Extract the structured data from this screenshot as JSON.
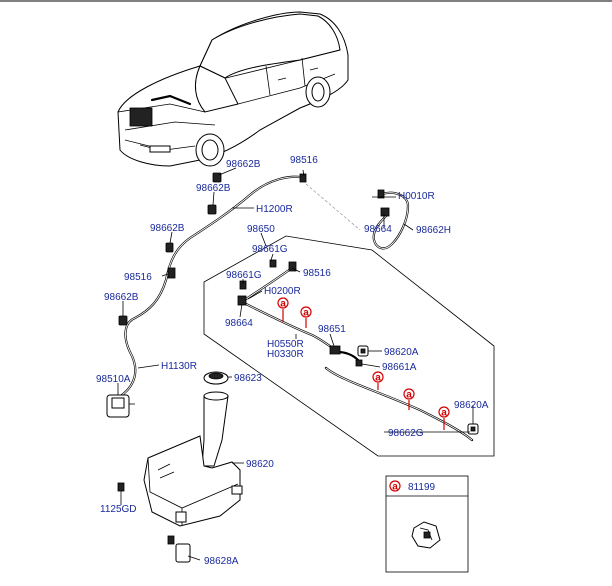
{
  "labels": {
    "l98662B_1": "98662B",
    "l98516_1": "98516",
    "l98662B_2": "98662B",
    "lH1200R": "H1200R",
    "lH0010R": "H0010R",
    "l98662B_3": "98662B",
    "l98650": "98650",
    "l98664_1": "98664",
    "l98662H": "98662H",
    "l98661G_1": "98661G",
    "l98516_2": "98516",
    "l98661G_2": "98661G",
    "l98516_3": "98516",
    "lH0200R": "H0200R",
    "l98662B_4": "98662B",
    "l98664_2": "98664",
    "l98651": "98651",
    "lH0550R": "H0550R",
    "lH0330R": "H0330R",
    "l98620A_1": "98620A",
    "l98661A": "98661A",
    "lH1130R": "H1130R",
    "l98510A": "98510A",
    "l98623": "98623",
    "l98620A_2": "98620A",
    "l98662G": "98662G",
    "l98620": "98620",
    "l1125GD": "1125GD",
    "l98628A": "98628A",
    "l81199": "81199"
  },
  "callout": {
    "letter": "a"
  },
  "colors": {
    "label": "#1a2a9c",
    "callout": "#d40000",
    "line": "#000000"
  }
}
